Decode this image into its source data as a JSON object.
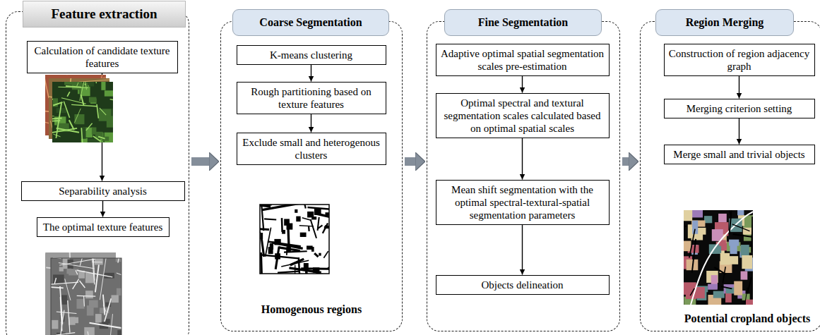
{
  "diagram": {
    "nodes": [
      {
        "text": [
          "Feature extraction"
        ]
      },
      {
        "text": [
          "Calculation of candidate texture features"
        ],
        "in": 0
      },
      {
        "text": [
          "Separability analysis"
        ],
        "in": 0
      },
      {
        "text": [
          "The optimal texture features"
        ],
        "in": 0
      },
      {
        "text": [
          "Coarse Segmentation"
        ]
      },
      {
        "text": [
          "K-means clustering"
        ],
        "in": 4
      },
      {
        "text": [
          "Rough partitioning based on texture features"
        ],
        "in": 4
      },
      {
        "text": [
          "Exclude small and heterogenous clusters"
        ],
        "in": 4
      },
      {
        "text": [
          "Fine Segmentation"
        ]
      },
      {
        "text": [
          "Adaptive optimal spatial segmentation scales pre-estimation"
        ],
        "in": 8
      },
      {
        "text": [
          "Optimal spectral and textural segmentation scales calculated based on optimal spatial scales"
        ],
        "in": 8
      },
      {
        "text": [
          "Mean shift segmentation with the optimal spectral-textural-spatial segmentation parameters"
        ],
        "in": 8
      },
      {
        "text": [
          "Objects delineation"
        ],
        "in": 8
      },
      {
        "text": [
          "Region Merging"
        ]
      },
      {
        "text": [
          "Construction of region adjacency graph"
        ],
        "in": 13
      },
      {
        "text": [
          "Merging criterion setting"
        ],
        "in": 13
      },
      {
        "text": [
          "Merge small and trivial objects"
        ],
        "in": 13
      }
    ],
    "edges": [
      {
        "from": 1,
        "to": 2,
        "arrow": "to"
      },
      {
        "from": 2,
        "to": 3,
        "arrow": "to"
      },
      {
        "from": 5,
        "to": 6,
        "arrow": "to"
      },
      {
        "from": 6,
        "to": 7,
        "arrow": "to"
      },
      {
        "from": 9,
        "to": 10,
        "arrow": "to"
      },
      {
        "from": 10,
        "to": 11,
        "arrow": "to"
      },
      {
        "from": 11,
        "to": 12,
        "arrow": "to"
      },
      {
        "from": 14,
        "to": 15,
        "arrow": "to"
      },
      {
        "from": 15,
        "to": 16,
        "arrow": "to"
      },
      {
        "from": 0,
        "to": 4,
        "arrow": "to"
      },
      {
        "from": 4,
        "to": 8,
        "arrow": "to"
      },
      {
        "from": 8,
        "to": 13,
        "arrow": "to"
      }
    ],
    "labels": [
      "Homogenous regions",
      "Potential cropland objects"
    ]
  }
}
